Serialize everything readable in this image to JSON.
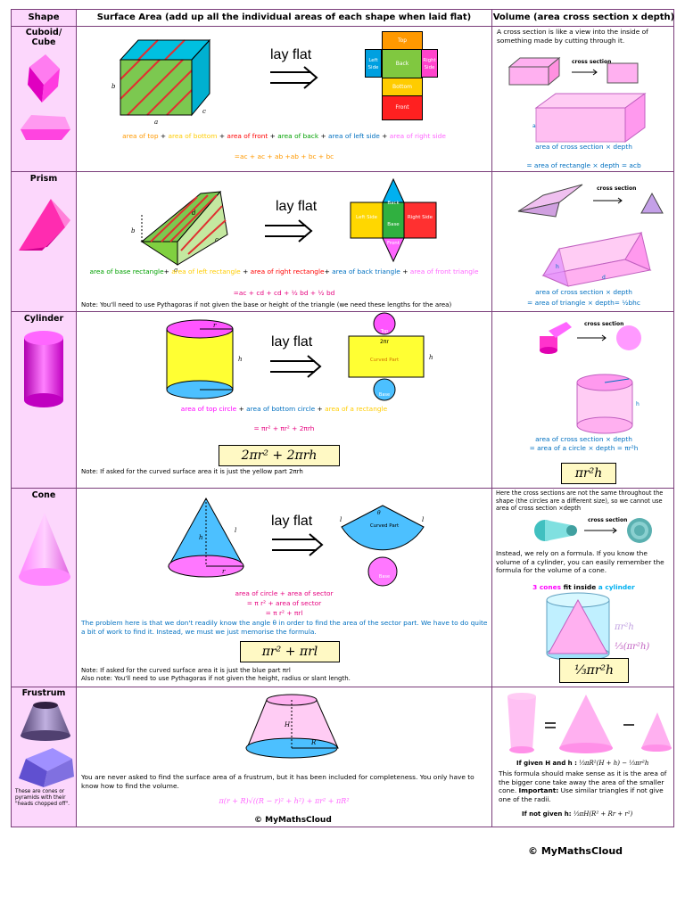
{
  "header": {
    "shape": "Shape",
    "surface_area": "Surface Area (add up all the individual areas of each shape when laid flat)",
    "volume": "Volume (area cross section x depth)"
  },
  "lay_flat": "lay flat",
  "cuboid": {
    "name": "Cuboid/ Cube",
    "net": {
      "top": "Top",
      "left": "Left Side",
      "back": "Back",
      "right": "Right Side",
      "bottom": "Bottom",
      "front": "Front"
    },
    "parts": [
      "area of top",
      "+",
      "area of bottom",
      "+",
      "area of front",
      "+",
      "area of back",
      "+",
      "area of left side",
      "+",
      "area of right side"
    ],
    "formula": "=ac + ac + ab +ab + bc + bc",
    "cs_intro": "A cross section is like a view into the inside of something made by cutting through it.",
    "cs_label": "cross section",
    "vol1": "area of cross section × depth",
    "vol2": "= area of rectangle × depth = acb"
  },
  "prism": {
    "name": "Prism",
    "net": {
      "back": "Back",
      "left": "Left Side",
      "base": "Base",
      "right": "Right Side",
      "front": "Front"
    },
    "parts": [
      "area of base rectangle",
      "+",
      "area of left rectangle",
      "+",
      "area of right rectangle",
      "+",
      "area of back triangle",
      "+",
      "area of front triangle"
    ],
    "formula": "=ac + cd + cd + ½ bd + ½ bd",
    "note": "Note: You'll need to use Pythagoras if not given the base or height of the triangle (we need these lengths for the area)",
    "cs_label": "cross section",
    "vol1": "area of cross section × depth",
    "vol2": "= area of triangle × depth= ½bhc"
  },
  "cylinder": {
    "name": "Cylinder",
    "net": {
      "top": "Top",
      "curved": "Curved Part",
      "base": "Base",
      "circ": "2πr"
    },
    "parts": [
      "area of top circle",
      "+",
      "area of bottom circle",
      "+",
      "area of a rectangle"
    ],
    "formula": "= πr² + πr² + 2πrh",
    "boxed": "2πr² + 2πrh",
    "note": "Note: If asked for the curved surface area it is just the yellow part 2πrh",
    "cs_label": "cross section",
    "vol1": "area of cross section × depth",
    "vol2": "= area of a circle × depth = πr²h",
    "boxed_vol": "πr²h"
  },
  "cone": {
    "name": "Cone",
    "net": {
      "curved": "Curved Part",
      "base": "Base"
    },
    "line1": "area of circle + area of sector",
    "line2": "= π r² + area of sector",
    "line3": "= π r² + πrl",
    "explain": "The problem here is that we don't readily know the angle θ in order to find the area of the sector part. We have to do quite a bit of work to find it. Instead, we must we just memorise the formula.",
    "boxed": "πr² + πrl",
    "note1": "Note: If asked for the curved surface area it is just the blue part πrl",
    "note2": "Also note: You'll need to use Pythagoras if not given the height, radius or slant length.",
    "cs_intro": "Here the cross sections are not the same throughout the shape (the circles are a different size), so we cannot use area of cross section ×depth",
    "cs_label": "cross section",
    "rely": "Instead, we rely on a formula. If you know the volume of a cylinder, you can easily remember the formula for the volume of a cone.",
    "fit1": "3 cones",
    "fit2": "fit inside",
    "fit3": "a cylinder",
    "cyl_vol": "πr²h",
    "cone_vol": "⅓(πr²h)",
    "boxed_vol": "⅓πr²h"
  },
  "frustrum": {
    "name": "Frustrum",
    "side": "These are cones or pyramids with their \"heads chopped off\".",
    "text": "You are never asked to find the surface area of a frustrum, but it has been included for completeness. You only have to know how to find the volume.",
    "formula": "π(r + R)√((R − r)² + h²) + πr² + πR²",
    "if_H_label": "If given H and h :",
    "if_H": "⅓πR²(H + h) − ⅓πr²h",
    "explain_a": "This formula should make sense as it is the area of the bigger cone take away the area of the smaller cone.",
    "important": "Important:",
    "explain_b": "Use similar triangles if not give one of the radii.",
    "not_h_label": "If not given h:",
    "not_h": "⅓πH(R² + Rr + r²)"
  },
  "copyright_inner": "© MyMathsCloud",
  "copyright": "© MyMathsCloud",
  "colors": {
    "pink": "#e6007e",
    "magenta": "#ff00ff",
    "orange": "#ff9900",
    "green": "#00a000",
    "blue": "#0070c0",
    "red": "#ff0000",
    "yellow": "#ffff00",
    "cyan": "#00b0f0",
    "lightpink": "#fcd7fc"
  }
}
